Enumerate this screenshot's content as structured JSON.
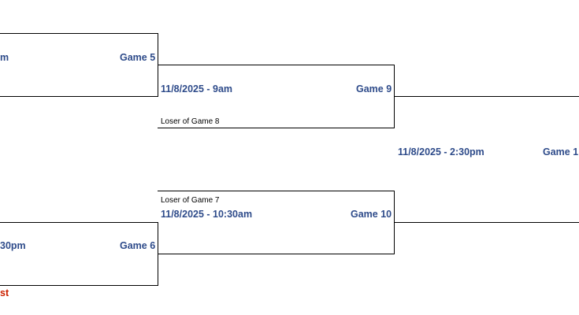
{
  "bracket": {
    "game5": {
      "datetime": "m",
      "label": "Game 5"
    },
    "game6": {
      "datetime": "30pm",
      "label": "Game 6",
      "note": "st"
    },
    "game9": {
      "datetime": "11/8/2025 - 9am",
      "label": "Game 9",
      "source": "Loser of Game 8"
    },
    "game10": {
      "datetime": "11/8/2025 - 10:30am",
      "label": "Game 10",
      "source": "Loser of Game 7"
    },
    "final": {
      "datetime": "11/8/2025 - 2:30pm",
      "label": "Game 1"
    }
  },
  "colors": {
    "text": "#2e4b8a",
    "note": "#cc2200",
    "line": "#000000"
  }
}
